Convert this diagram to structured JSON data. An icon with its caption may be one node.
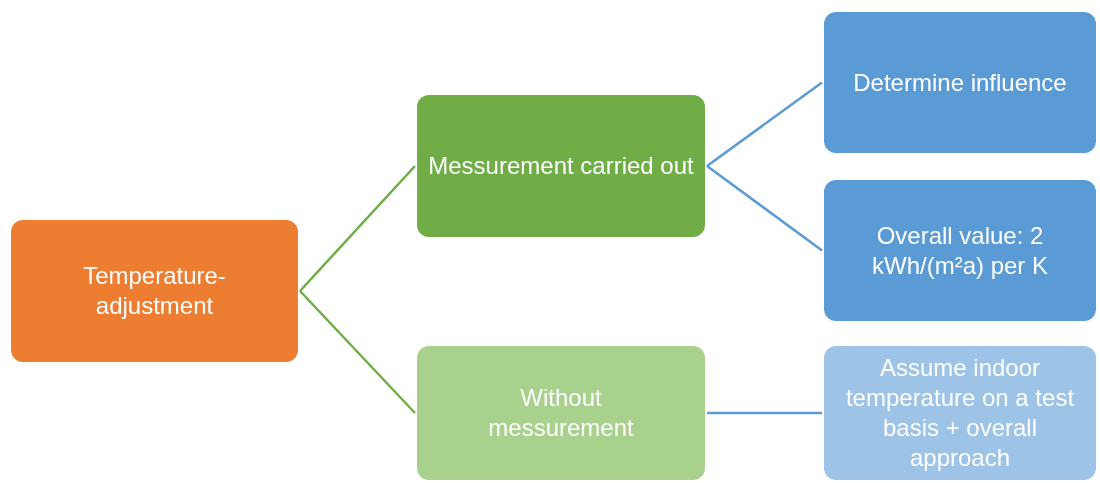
{
  "diagram": {
    "nodes": [
      {
        "text": [
          "Temperature-adjustment"
        ]
      },
      {
        "text": [
          "Messurement carried out"
        ]
      },
      {
        "text": [
          "Without messurement"
        ]
      },
      {
        "text": [
          "Determine influence"
        ]
      },
      {
        "text": [
          "Overall value: 2 kWh/(m²a) per K"
        ]
      },
      {
        "text": [
          "Assume indoor temperature on a test basis + overall approach"
        ]
      }
    ],
    "edges": [
      {
        "from": 0,
        "to": 1,
        "arrow": "none",
        "color": "#70ad47"
      },
      {
        "from": 0,
        "to": 2,
        "arrow": "none",
        "color": "#70ad47"
      },
      {
        "from": 1,
        "to": 3,
        "arrow": "none"
      },
      {
        "from": 1,
        "to": 4,
        "arrow": "none"
      },
      {
        "from": 2,
        "to": 5,
        "arrow": "none"
      }
    ]
  }
}
